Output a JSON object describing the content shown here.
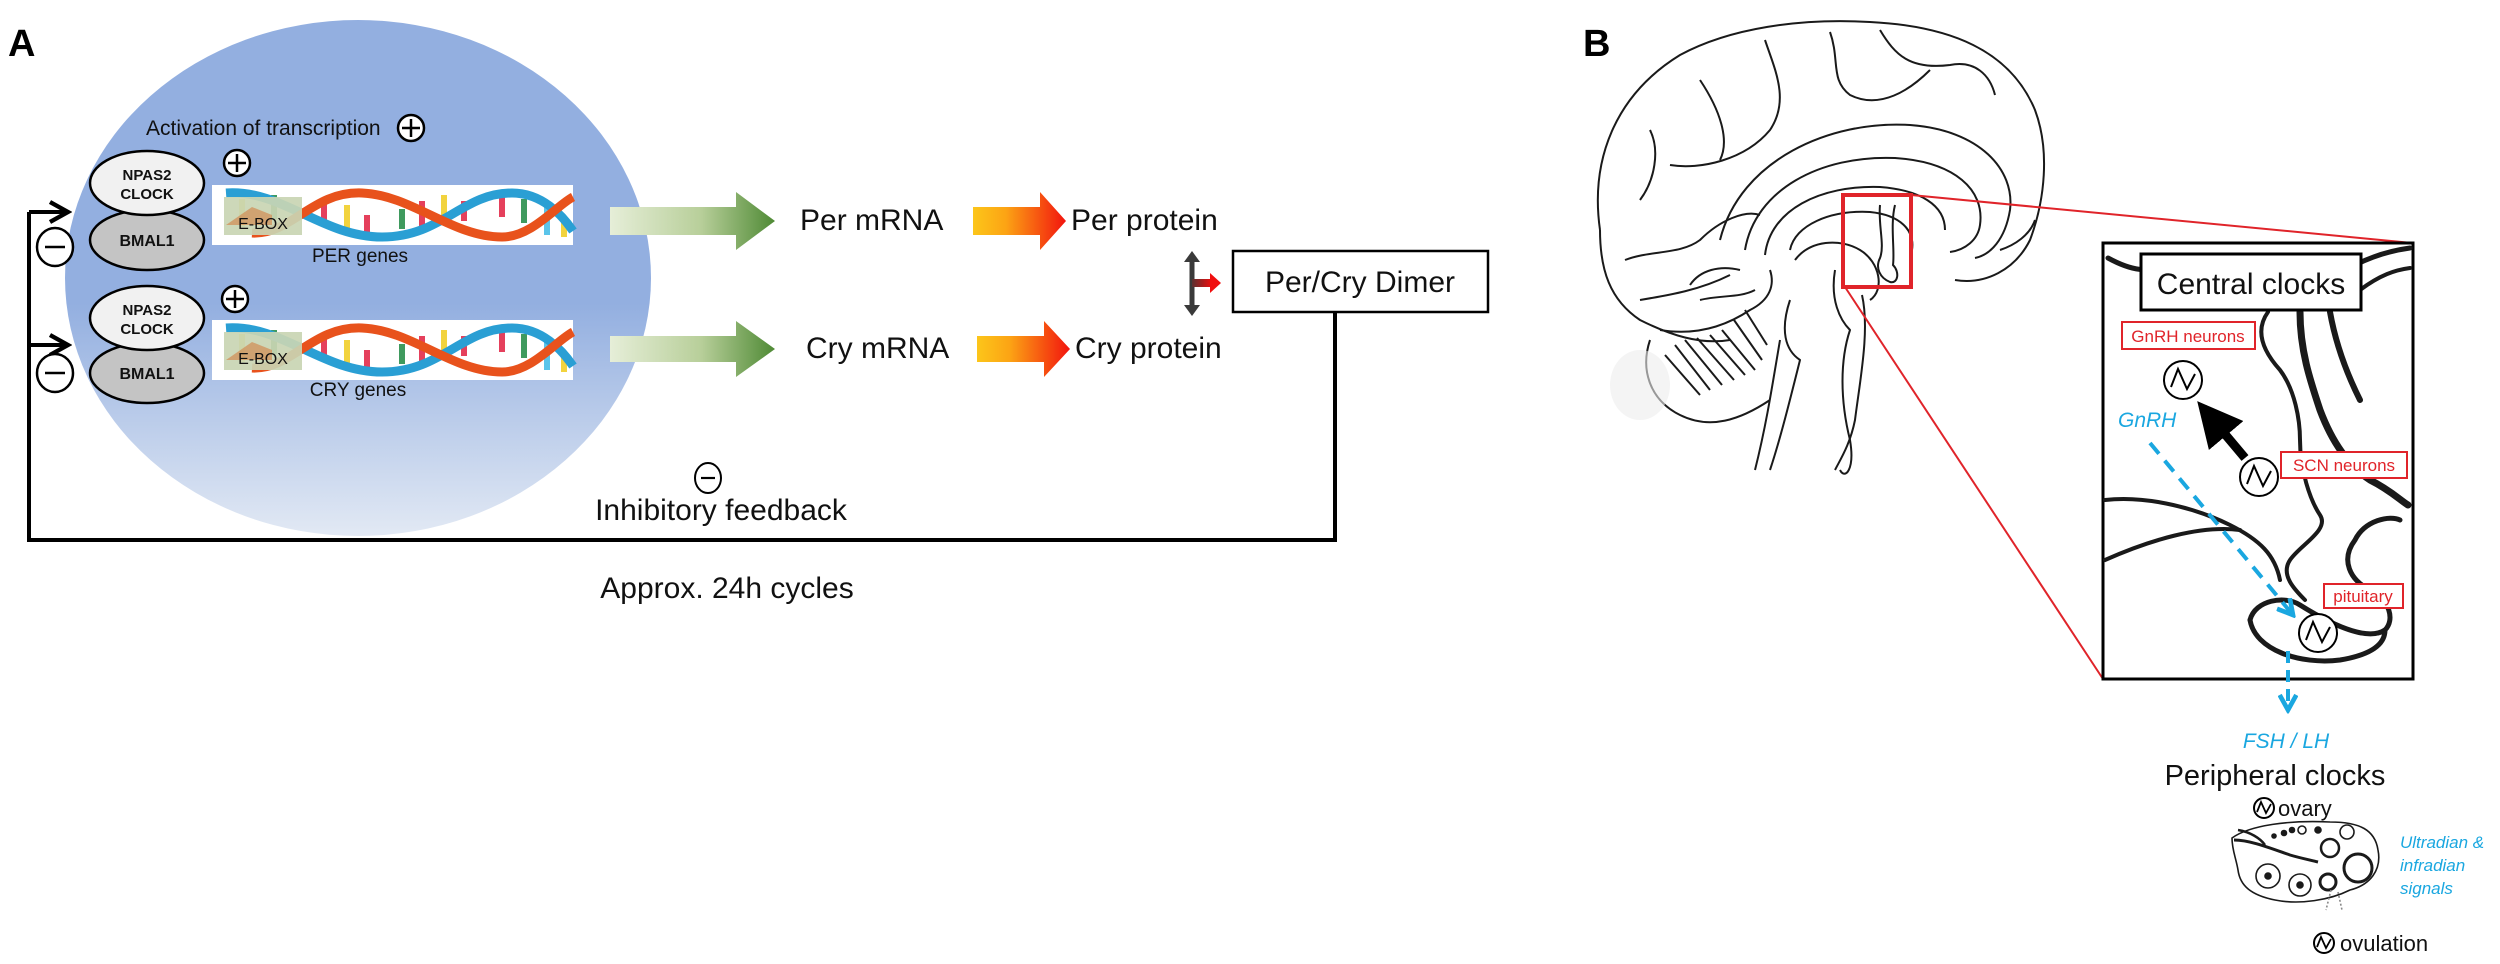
{
  "panel_a": {
    "label": "A",
    "activation_label": "Activation of transcription",
    "complexes": [
      {
        "top": "NPAS2",
        "top2": "CLOCK",
        "bottom": "BMAL1",
        "gene_label": "PER genes",
        "ebox": "E-BOX"
      },
      {
        "top": "NPAS2",
        "top2": "CLOCK",
        "bottom": "BMAL1",
        "gene_label": "CRY genes",
        "ebox": "E-BOX"
      }
    ],
    "rows": [
      {
        "mrna": "Per mRNA",
        "protein": "Per protein"
      },
      {
        "mrna": "Cry mRNA",
        "protein": "Cry protein"
      }
    ],
    "dimer_label": "Per/Cry Dimer",
    "feedback_label": "Inhibitory feedback",
    "cycle_label": "Approx. 24h cycles",
    "plus_symbol": "+",
    "minus_symbol": "−",
    "colors": {
      "nucleus": "#93afe0",
      "nucleus_fade": "#dfe7f3",
      "mrna_arrow_start": "#e4ecd6",
      "mrna_arrow_end": "#5e8f3d",
      "protein_arrow_start": "#fbc21c",
      "protein_arrow_end": "#f21a0e",
      "npas2_fill": "#f1f1f1",
      "bmal1_fill": "#c4c4c4"
    }
  },
  "panel_b": {
    "label": "B",
    "central_clocks": "Central clocks",
    "gnrh_neurons": "GnRH neurons",
    "scn_neurons": "SCN neurons",
    "pituitary": "pituitary",
    "gnrh": "GnRH",
    "fsh_lh": "FSH / LH",
    "peripheral_clocks": "Peripheral clocks",
    "ovary": "ovary",
    "ovulation": "ovulation",
    "signals": [
      "Ultradian &",
      "infradian",
      "signals"
    ],
    "colors": {
      "red": "#e0242a",
      "blue": "#1aa7e0"
    }
  }
}
